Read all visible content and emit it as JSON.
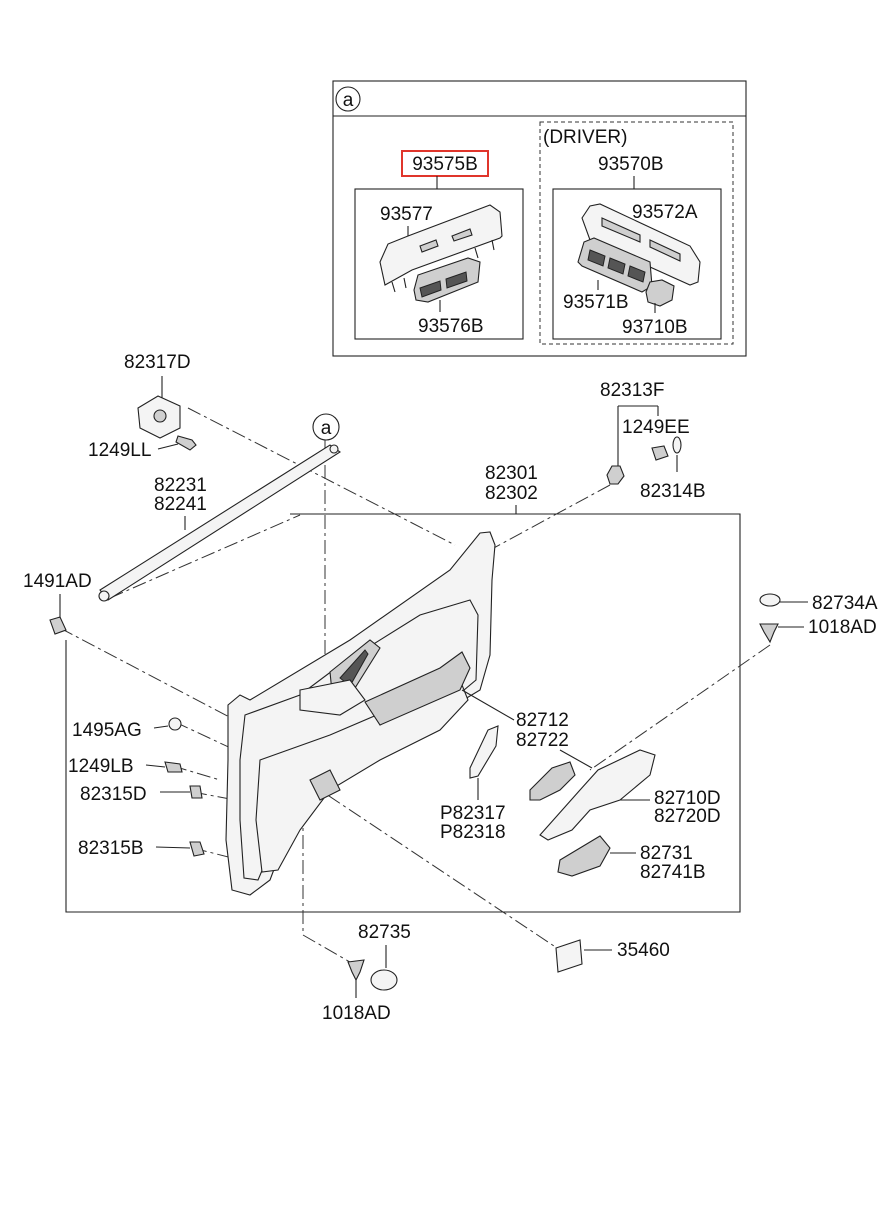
{
  "inset": {
    "callout_letter": "a",
    "driver_label": "(DRIVER)",
    "highlight_color": "#e0352b"
  },
  "callout_main": "a",
  "parts": {
    "p93575B": "93575B",
    "p93577": "93577",
    "p93576B": "93576B",
    "p93570B": "93570B",
    "p93572A": "93572A",
    "p93571B": "93571B",
    "p93710B": "93710B",
    "p82317D": "82317D",
    "p1249LL": "1249LL",
    "p82231": "82231",
    "p82241": "82241",
    "p1491AD": "1491AD",
    "p82313F": "82313F",
    "p1249EE": "1249EE",
    "p82314B": "82314B",
    "p82301": "82301",
    "p82302": "82302",
    "p82734A": "82734A",
    "p1018AD_r": "1018AD",
    "p1495AG": "1495AG",
    "p1249LB": "1249LB",
    "p82315D": "82315D",
    "p82315B": "82315B",
    "p82712": "82712",
    "p82722": "82722",
    "pP82317": "P82317",
    "pP82318": "P82318",
    "p82710D": "82710D",
    "p82720D": "82720D",
    "p82731": "82731",
    "p82741B": "82741B",
    "p82735": "82735",
    "p35460": "35460",
    "p1018AD_b": "1018AD"
  }
}
